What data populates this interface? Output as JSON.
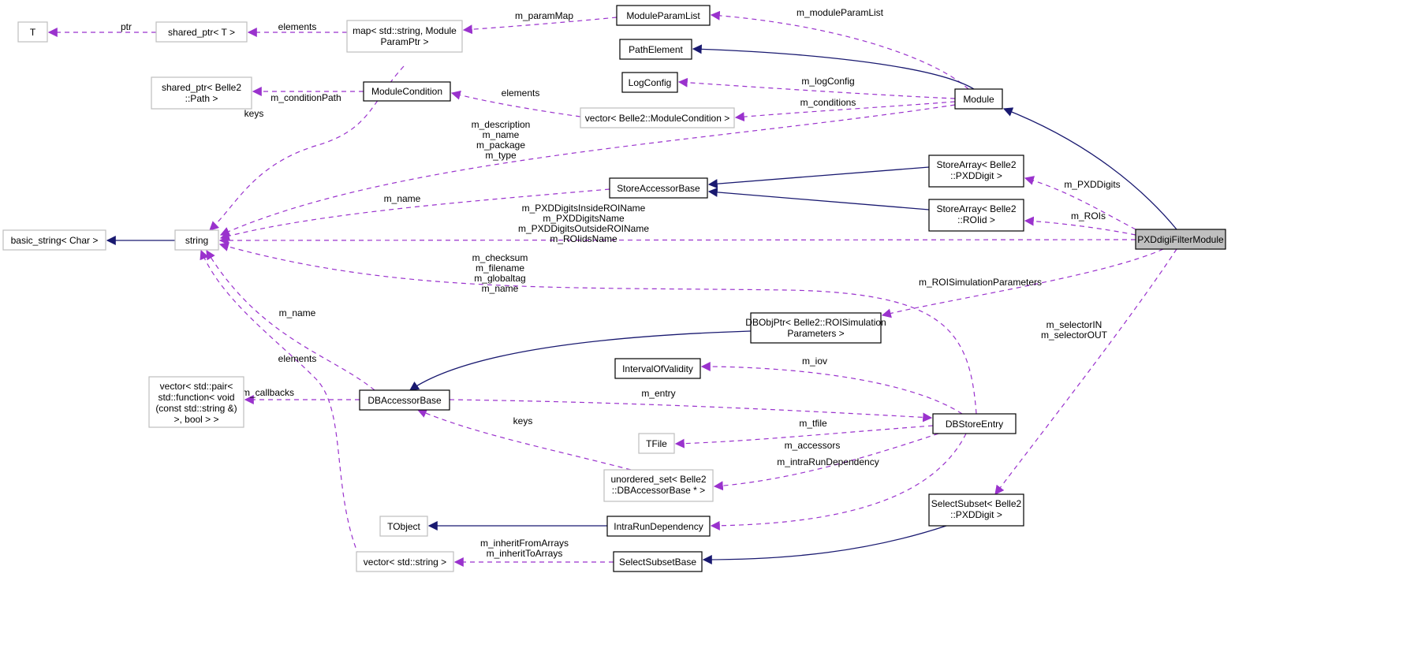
{
  "colors": {
    "dependency": "#9a32cd",
    "inheritance": "#191970",
    "focus_fill": "#bfbfbf"
  },
  "nodes": {
    "T": [
      "T"
    ],
    "shared_ptr_T": [
      "shared_ptr< T >"
    ],
    "map": [
      "map< std::string, Module",
      "ParamPtr >"
    ],
    "ModuleParamList": [
      "ModuleParamList"
    ],
    "PathElement": [
      "PathElement"
    ],
    "LogConfig": [
      "LogConfig"
    ],
    "Module": [
      "Module"
    ],
    "shared_ptr_path": [
      "shared_ptr< Belle2",
      "::Path >"
    ],
    "ModuleCondition": [
      "ModuleCondition"
    ],
    "vector_mc": [
      "vector< Belle2::ModuleCondition >"
    ],
    "StoreAccessorBase": [
      "StoreAccessorBase"
    ],
    "StoreArray_PXD": [
      "StoreArray< Belle2",
      "::PXDDigit >"
    ],
    "StoreArray_ROI": [
      "StoreArray< Belle2",
      "::ROIid >"
    ],
    "basic_string": [
      "basic_string< Char >"
    ],
    "string": [
      "string"
    ],
    "PXDdigiFilterModule": [
      "PXDdigiFilterModule"
    ],
    "DBObjPtr": [
      "DBObjPtr< Belle2::ROISimulation",
      "Parameters >"
    ],
    "IntervalOfValidity": [
      "IntervalOfValidity"
    ],
    "vector_pair": [
      "vector< std::pair<",
      "std::function< void",
      "(const std::string &)",
      ">, bool > >"
    ],
    "DBAccessorBase": [
      "DBAccessorBase"
    ],
    "TFile": [
      "TFile"
    ],
    "DBStoreEntry": [
      "DBStoreEntry"
    ],
    "unordered_set": [
      "unordered_set< Belle2",
      "::DBAccessorBase * >"
    ],
    "SelectSubset": [
      "SelectSubset< Belle2",
      "::PXDDigit >"
    ],
    "TObject": [
      "TObject"
    ],
    "IntraRunDependency": [
      "IntraRunDependency"
    ],
    "vector_string": [
      "vector< std::string >"
    ],
    "SelectSubsetBase": [
      "SelectSubsetBase"
    ]
  },
  "edges": {
    "ptr": [
      "ptr"
    ],
    "elements1": [
      "elements"
    ],
    "paramMap": [
      "m_paramMap"
    ],
    "moduleParamList": [
      "m_moduleParamList"
    ],
    "logConfig": [
      "m_logConfig"
    ],
    "conditions": [
      "m_conditions"
    ],
    "elements2": [
      "elements"
    ],
    "conditionPath": [
      "m_conditionPath"
    ],
    "keys1": [
      "keys"
    ],
    "module_str": [
      "m_description",
      "m_name",
      "m_package",
      "m_type"
    ],
    "sab_str": [
      "m_name"
    ],
    "pxddigits": [
      "m_PXDDigits"
    ],
    "rois": [
      "m_ROIs"
    ],
    "pxd_str": [
      "m_PXDDigitsInsideROIName",
      "m_PXDDigitsName",
      "m_PXDDigitsOutsideROIName",
      "m_ROIidsName"
    ],
    "dbse_str": [
      "m_checksum",
      "m_filename",
      "m_globaltag",
      "m_name"
    ],
    "roisim": [
      "m_ROISimulationParameters"
    ],
    "selector": [
      "m_selectorIN",
      "m_selectorOUT"
    ],
    "dba_str": [
      "m_name"
    ],
    "elements3": [
      "elements"
    ],
    "callbacks": [
      "m_callbacks"
    ],
    "entry": [
      "m_entry"
    ],
    "iov": [
      "m_iov"
    ],
    "tfile": [
      "m_tfile"
    ],
    "accessors": [
      "m_accessors"
    ],
    "keys2": [
      "keys"
    ],
    "intraRun": [
      "m_intraRunDependency"
    ],
    "inherit": [
      "m_inheritFromArrays",
      "m_inheritToArrays"
    ]
  }
}
